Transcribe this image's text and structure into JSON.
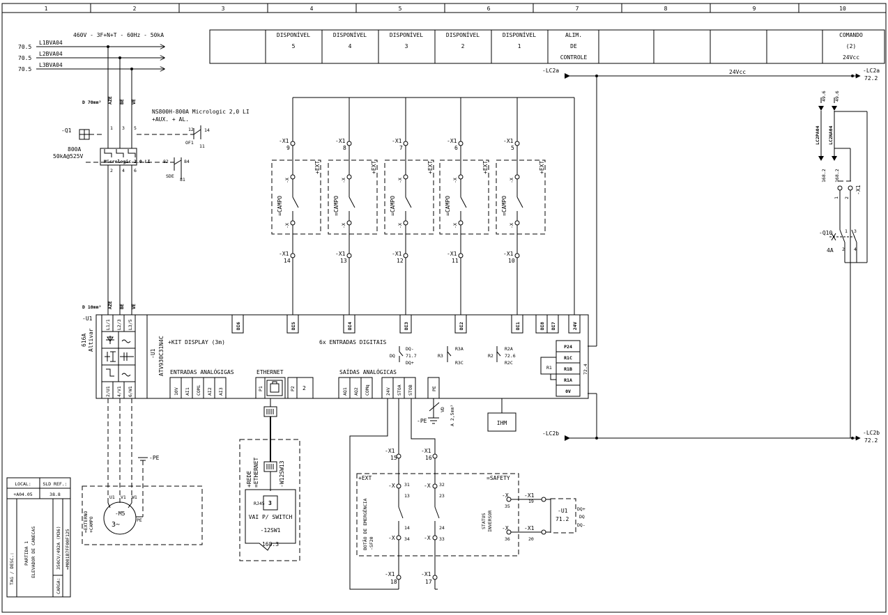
{
  "columns": [
    "1",
    "2",
    "3",
    "4",
    "5",
    "6",
    "7",
    "8",
    "9",
    "10"
  ],
  "supply": {
    "spec": "460V - 3F+N+T - 60Hz - 50kA",
    "refs": [
      "70.5",
      "70.5",
      "70.5"
    ],
    "lines": [
      "L1BVA04",
      "L2BVA04",
      "L3BVA04"
    ],
    "cable_top": "D 70mm²",
    "cable_bottom": "D 10mm²",
    "phase_top": [
      "AZE",
      "BE",
      "VE"
    ],
    "phase_bottom": [
      "AZE",
      "BE",
      "VE"
    ]
  },
  "breaker": {
    "tag": "-Q1",
    "model": "NS800H-800A Micrologic 2,0 LI",
    "aux": "+AUX. + AL.",
    "rating": "800A",
    "capacity": "50kA@525V",
    "unit": "Micrologic 2.0 LI",
    "top_pins": [
      "1",
      "3",
      "5"
    ],
    "bottom_pins": [
      "2",
      "4",
      "6"
    ],
    "of_label": "OF1",
    "of_pins": [
      "12",
      "14",
      "11"
    ],
    "sde_label": "SDE",
    "sde_pins": [
      "82",
      "84",
      "81"
    ]
  },
  "title_blocks": {
    "items": [
      "DISPONÍVEL",
      "DISPONÍVEL",
      "DISPONÍVEL",
      "DISPONÍVEL",
      "DISPONÍVEL",
      "ALIM.",
      "",
      "",
      "",
      "COMANDO"
    ],
    "sub": [
      "5",
      "4",
      "3",
      "2",
      "1",
      "DE",
      "",
      "",
      "",
      "(2)"
    ],
    "sub2": [
      "",
      "",
      "",
      "",
      "",
      "CONTROLE",
      "",
      "",
      "",
      "24Vcc"
    ]
  },
  "bus": {
    "top_left": "-LC2a",
    "top_right": "-LC2a",
    "top_right_ref": "72.2",
    "top_voltage": "24Vcc",
    "bottom_left": "-LC2b",
    "bottom_right": "-LC2b",
    "bottom_right_ref": "72.2"
  },
  "feeds": {
    "refs": [
      "49.6",
      "49.6"
    ],
    "names": [
      "LC2PA04",
      "LC2NA04"
    ],
    "bottom_refs": [
      "168.2",
      "168.2"
    ],
    "x1": "-X1",
    "x1_pins": [
      "1",
      "2"
    ],
    "q10": "-Q10",
    "q10_rating": "4A",
    "q10_pins": [
      "1",
      "3",
      "2",
      "4"
    ]
  },
  "inputs": {
    "terminal": "-X1",
    "top_pins": [
      "9",
      "8",
      "7",
      "6",
      "5"
    ],
    "bottom_pins": [
      "14",
      "13",
      "12",
      "11",
      "10"
    ],
    "campo": "=CAMPO",
    "ext": "+EXT",
    "x": "-X"
  },
  "drive": {
    "tag": "-U1",
    "rating": "616A",
    "brand": "Altivar",
    "model_tag": "-U1",
    "model": "ATV930C31N4C",
    "top_terms": [
      "L1/1",
      "L2/3",
      "L3/5"
    ],
    "bottom_terms": [
      "2/U1",
      "4/V1",
      "6/W1"
    ],
    "di_labels": [
      "DI6",
      "DI5",
      "DI4",
      "DI3",
      "DI2",
      "DI1",
      "DI8",
      "DI7",
      "24V"
    ],
    "kit": "+KIT DISPLAY (3m)",
    "digital": "6x ENTRADAS DIGITAIS",
    "analog_in": "ENTRADAS ANALÓGIGAS",
    "analog_in_terms": [
      "10V",
      "AI1",
      "COMi",
      "AI2",
      "AI3"
    ],
    "ethernet": "ETHERNET",
    "ports": [
      "P1",
      "P2"
    ],
    "port2_num": "2",
    "analog_out": "SAÍDAS ANALÓGICAS",
    "analog_out_terms": [
      "AQ1",
      "AQ2",
      "COMq"
    ],
    "safe_terms": [
      "24V",
      "STOA",
      "STOB"
    ],
    "pe_term": "PE",
    "dq_label": "DQ",
    "dq_pins": [
      "DQ-",
      "71.7",
      "DQ+"
    ],
    "r3_label": "R3",
    "r3_pins": [
      "R3A",
      "R3C"
    ],
    "r2_label": "R2",
    "r2_pins": [
      "R2A",
      "72.6",
      "R2C"
    ],
    "r1_label": "R1",
    "relay_box": [
      "P24",
      "R1C",
      "R1B",
      "R1A",
      "0V"
    ],
    "relay_ref": "72.4",
    "hmi": "IHM"
  },
  "pe": {
    "label": "-PE",
    "label2": "-PE",
    "vd": "VD",
    "section": "A 2,5mm²"
  },
  "motor": {
    "tag": "-M5",
    "sym": "3~",
    "terms": [
      "U1",
      "V1",
      "W1"
    ],
    "pe": "PE",
    "loc": "=EXTERNO",
    "loc2": "+CAMPO"
  },
  "network": {
    "rede": "+REDE",
    "eth": "=ETHERNET",
    "cable": "-W12SW13",
    "rj45": "RJ45",
    "port": "3",
    "to": "VAI P/ SWITCH",
    "switch": "-12SW1",
    "ref": "168.3"
  },
  "safety": {
    "terminal": "-X1",
    "x": "-X",
    "top_pins": [
      "15",
      "16"
    ],
    "bottom_pins": [
      "18",
      "17"
    ],
    "ext": "+EXT",
    "safety": "=SAFETY",
    "estop": "BOTÃO DE EMERGÊNCIA",
    "estop_tag": "-SF20",
    "pins_a": [
      "31",
      "13",
      "14",
      "34"
    ],
    "pins_b": [
      "32",
      "23",
      "24",
      "33"
    ],
    "status": "STATUS",
    "status2": "INVERSOR",
    "x_pins": [
      "35",
      "36"
    ],
    "x1_pins": [
      "19",
      "20"
    ],
    "u1": "-U1",
    "u1_ref": "71.2",
    "dq": [
      "DQ+",
      "DQ",
      "DQ-"
    ]
  },
  "info": {
    "local_label": "LOCAL:",
    "local_value": "+A04.05",
    "sld_label": "SLD REF.:",
    "sld_value": "38.8",
    "tag_label": "TAG / DESC.:",
    "desc1": "PARTIDA 1",
    "desc2": "ELEVADOR DE CANECAS",
    "carga_label": "CARGA:",
    "carga_value": "350CV/492A (M36)",
    "motor_code": "=M001B7FF00F125"
  }
}
